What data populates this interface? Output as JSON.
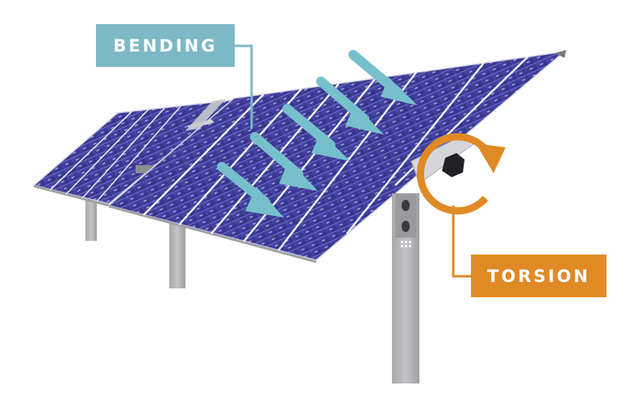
{
  "diagram": {
    "subject": "Single-axis solar tracker with photovoltaic panels",
    "labels": {
      "bending": "BENDING",
      "torsion": "TORSION"
    },
    "colors": {
      "bending": "#7db8c6",
      "bending_arrow": "#76c0cc",
      "torsion": "#e08a26",
      "panel_dark": "#3b3a8f",
      "panel_light": "#5a5bc4",
      "panel_frame": "#e8e8f0",
      "post": "#b9b9bc",
      "post_shadow": "#9c9ca0",
      "torque_tube": "#2a2a2e",
      "background": "#ffffff"
    },
    "annotations": [
      {
        "label": "BENDING",
        "type": "arrows",
        "arrow_count": 5,
        "direction": "down-right"
      },
      {
        "label": "TORSION",
        "type": "circular-arrow",
        "direction": "clockwise"
      }
    ],
    "components": [
      "solar-panels",
      "torque-tube",
      "support-posts",
      "drive-post"
    ]
  }
}
